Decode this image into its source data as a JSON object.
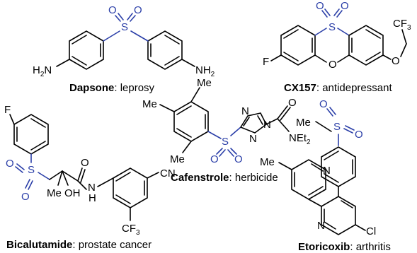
{
  "compounds": [
    {
      "name": "Dapsone",
      "use": "leprosy",
      "labels": {
        "s": "S",
        "o1": "O",
        "o2": "O",
        "nh2_left": "H",
        "nh2_left_n": "N",
        "nh2_left_sub": "2",
        "nh2_right": "NH",
        "nh2_right_sub": "2"
      }
    },
    {
      "name": "CX157",
      "use": "antidepressant",
      "labels": {
        "s": "S",
        "o1": "O",
        "o2": "O",
        "o_ring": "O",
        "o_ether": "O",
        "f": "F",
        "cf3": "CF",
        "cf3_sub": "3"
      }
    },
    {
      "name": "Cafenstrole",
      "use": "herbicide",
      "labels": {
        "me1": "Me",
        "me2": "Me",
        "me3": "Me",
        "s": "S",
        "o1": "O",
        "o2": "O",
        "n1": "N",
        "n2": "N",
        "n3": "N",
        "o_amide": "O",
        "net": "NEt",
        "net_sub": "2"
      }
    },
    {
      "name": "Bicalutamide",
      "use": "prostate cancer",
      "labels": {
        "f": "F",
        "s": "S",
        "o1": "O",
        "o2": "O",
        "me": "Me",
        "oh": "OH",
        "o_amide": "O",
        "nh_n": "N",
        "nh_h": "H",
        "cn": "CN",
        "cf3": "CF",
        "cf3_sub": "3"
      }
    },
    {
      "name": "Etoricoxib",
      "use": "arthritis",
      "labels": {
        "me_s": "Me",
        "s": "S",
        "o1": "O",
        "o2": "O",
        "me_py": "Me",
        "n1": "N",
        "n2": "N",
        "cl": "Cl"
      }
    }
  ],
  "caption_separator": ": ",
  "colors": {
    "sulfonyl": "#2b3fa8",
    "bond": "#000000"
  }
}
